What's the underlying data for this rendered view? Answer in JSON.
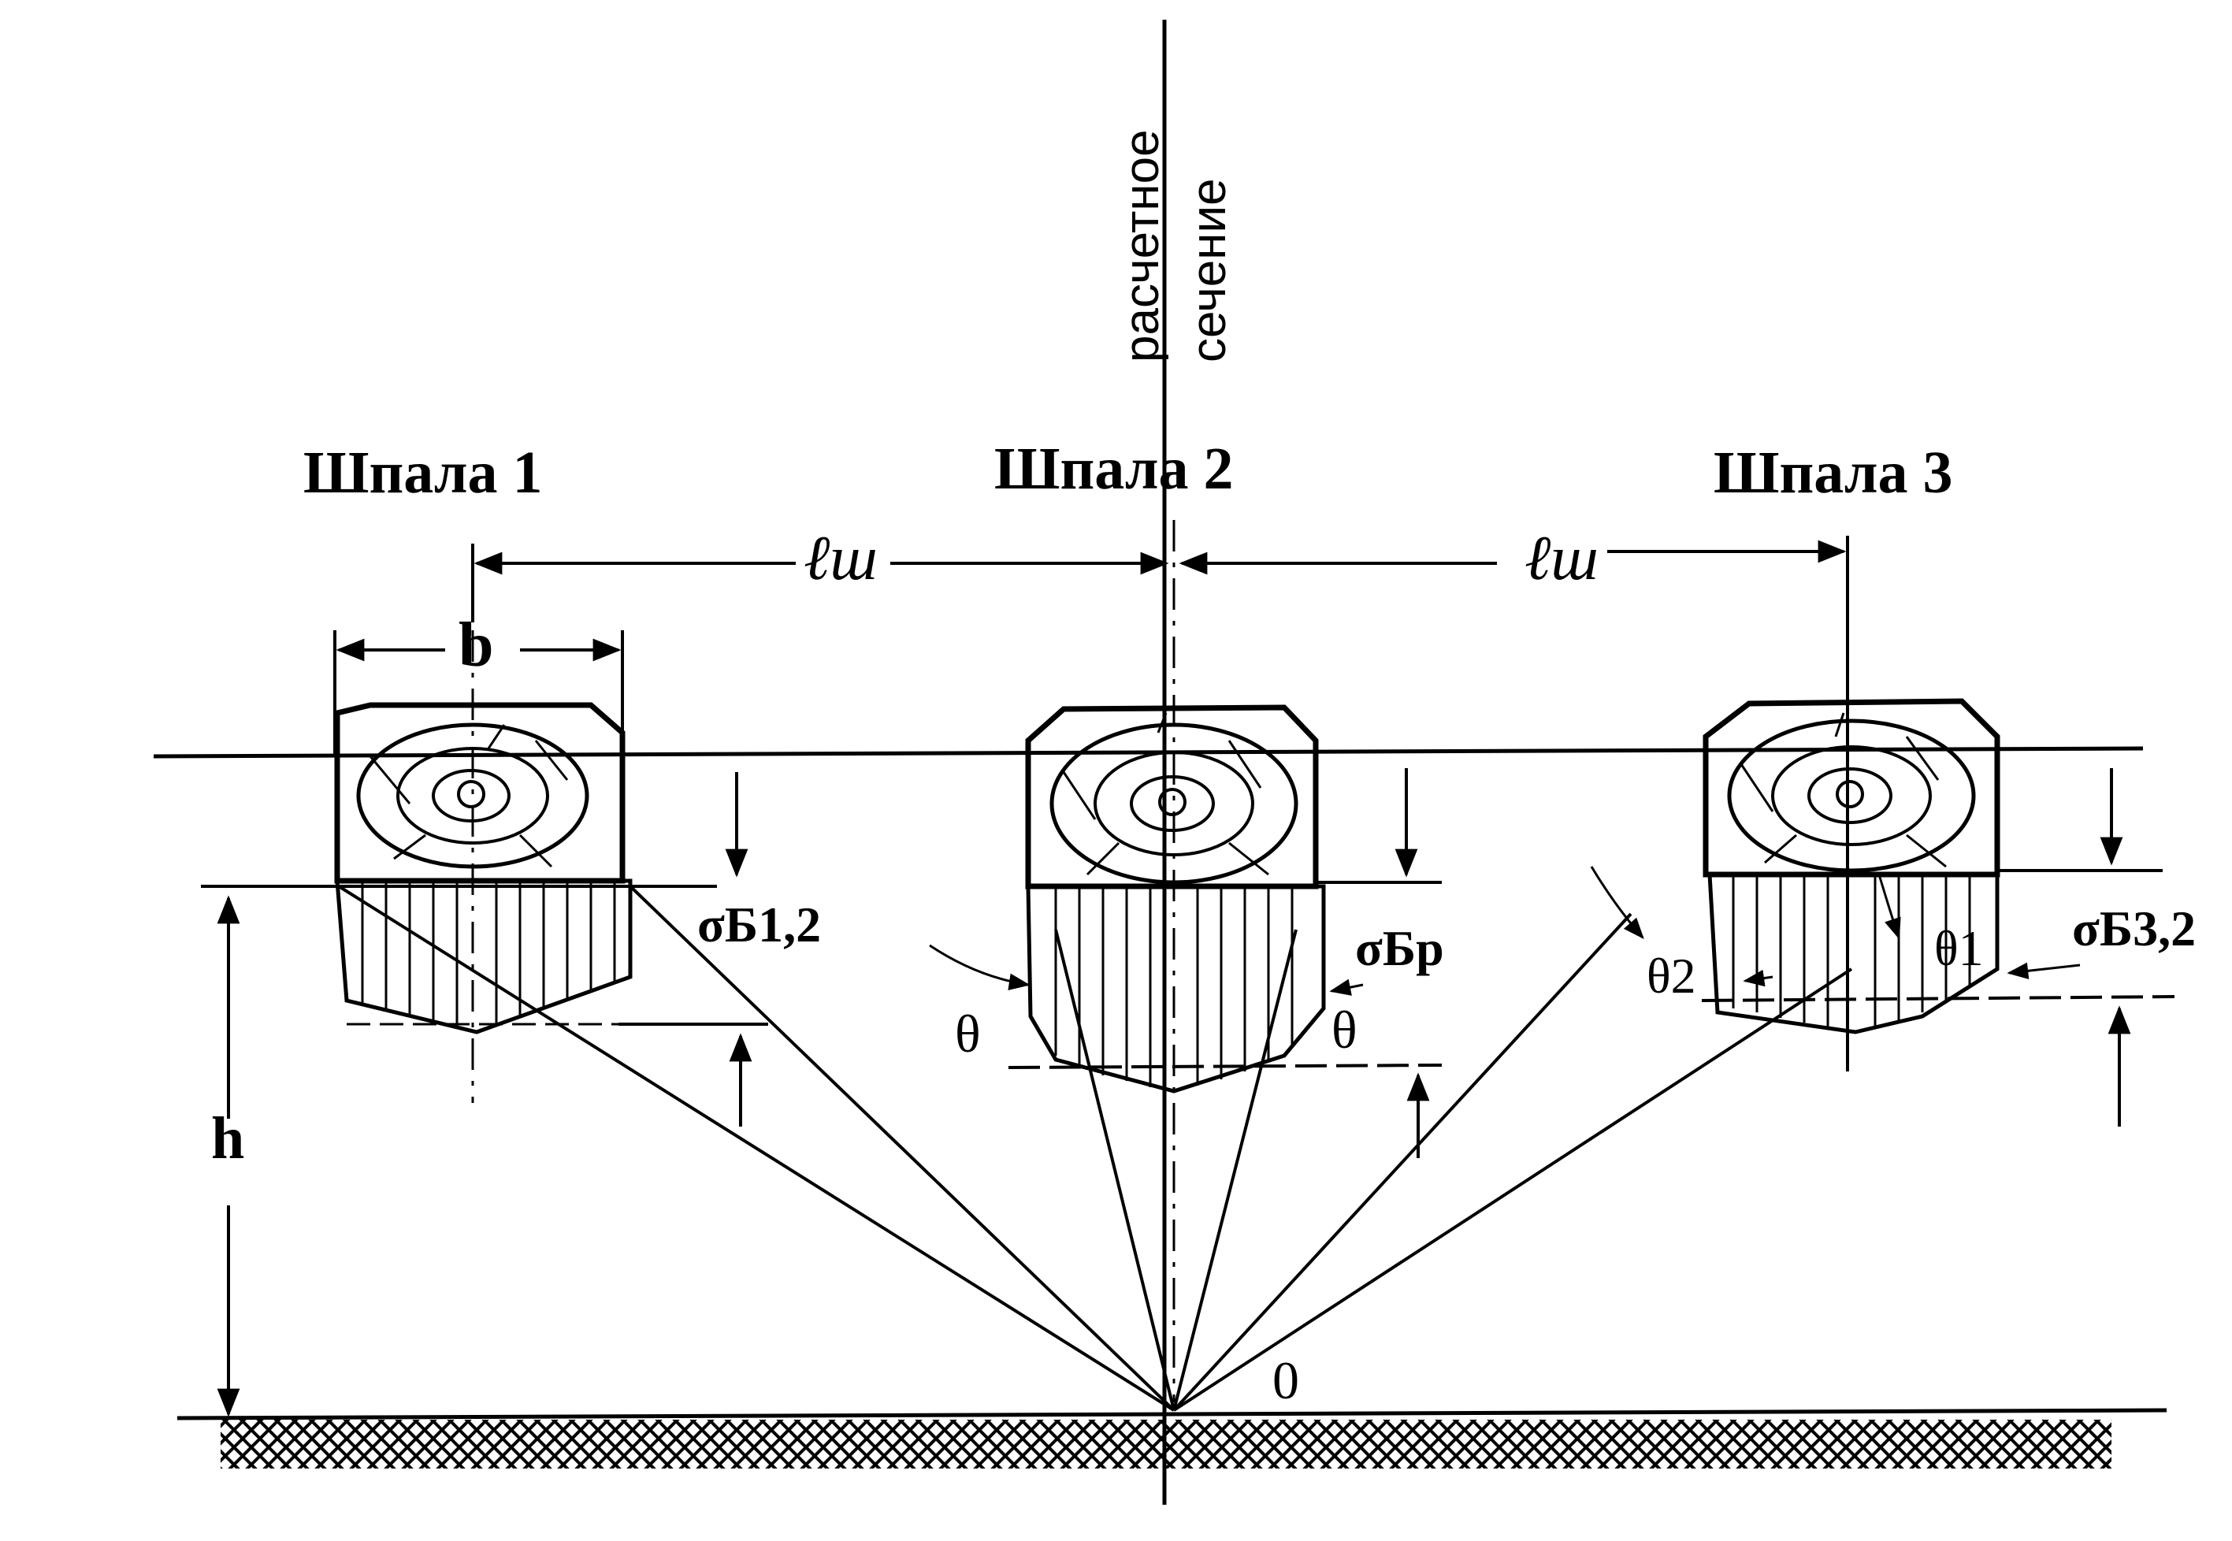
{
  "section_label": {
    "line1": "расчетное",
    "line2": "сечение"
  },
  "sleepers": [
    {
      "title": "Шпала 1",
      "stress_label": "σБ1,2"
    },
    {
      "title": "Шпала 2",
      "stress_label": "σБр"
    },
    {
      "title": "Шпала 3",
      "stress_label": "σБ3,2"
    }
  ],
  "dimensions": {
    "spacing_left": "ℓш",
    "spacing_right": "ℓш",
    "width": "b",
    "depth": "h"
  },
  "angles": {
    "theta_left": "θ",
    "theta_right": "θ",
    "theta_1": "θ1",
    "theta_2": "θ2"
  },
  "origin": "0"
}
